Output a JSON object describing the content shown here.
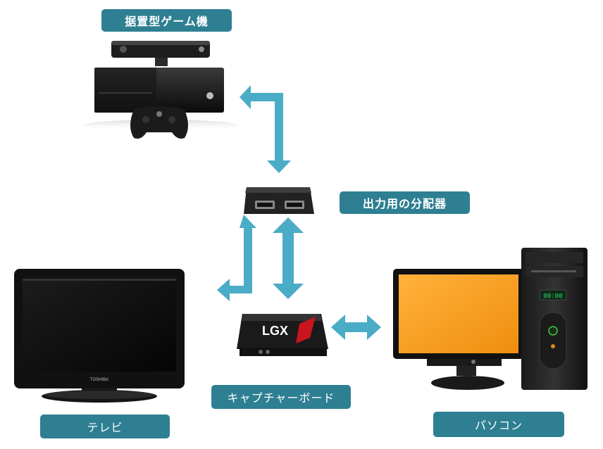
{
  "labels": {
    "console": "据置型ゲーム機",
    "splitter": "出力用の分配器",
    "capture_board": "キャプチャーボード",
    "tv": "テレビ",
    "pc": "パソコン"
  },
  "devices": {
    "capture_board_logo": "LGX",
    "tv_brand": "TOSHIBA",
    "pc_clock": "00:00"
  },
  "colors": {
    "label_bg": "#2e7f92",
    "arrow": "#4aacc6",
    "monitor_screen": "#f7a21b"
  }
}
